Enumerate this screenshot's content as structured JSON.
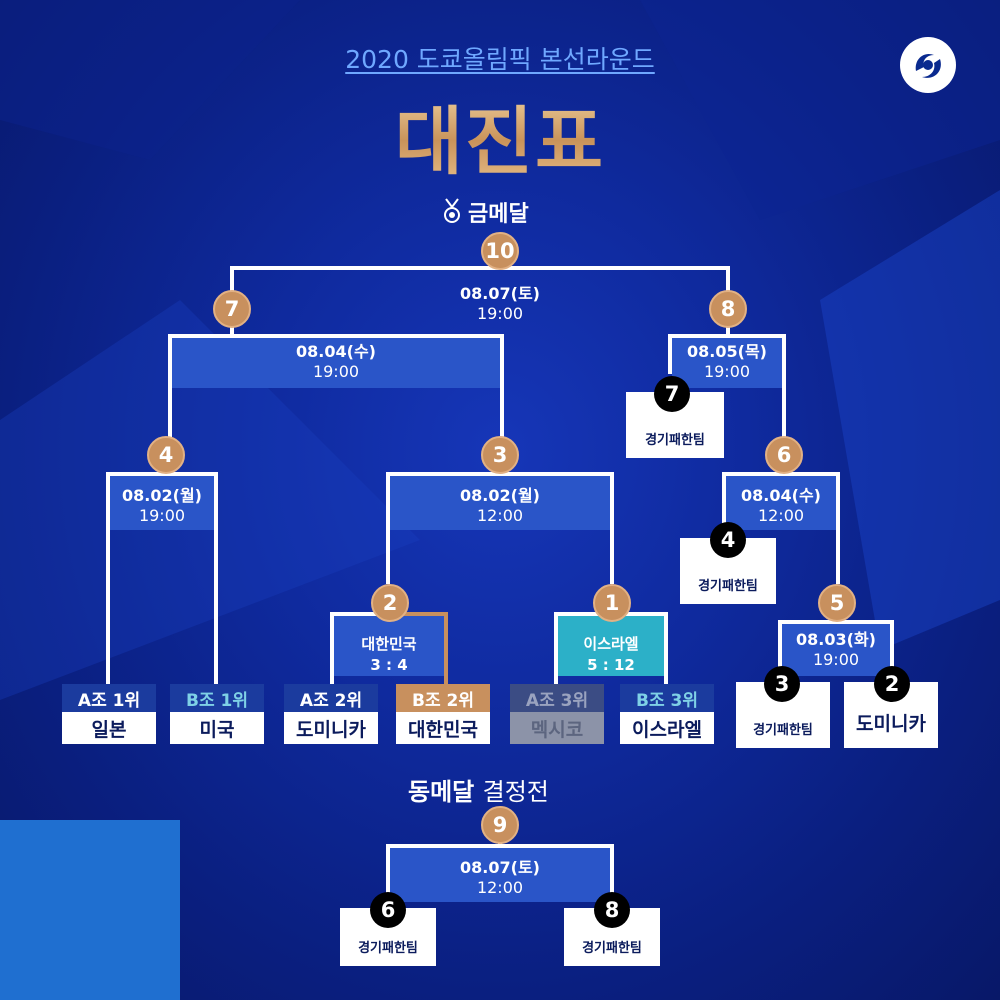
{
  "header": {
    "subtitle": "2020 도쿄올림픽 본선라운드",
    "title": "대진표"
  },
  "gold": {
    "label": "금메달",
    "game_no": "10",
    "date": "08.07(토)",
    "time": "19:00"
  },
  "bronze": {
    "label_bold": "동메달",
    "label_rest": "결정전",
    "game_no": "9",
    "date": "08.07(토)",
    "time": "12:00",
    "left": {
      "no": "6",
      "text": "경기패한팀"
    },
    "right": {
      "no": "8",
      "text": "경기패한팀"
    }
  },
  "games": {
    "g7": {
      "no": "7",
      "date": "08.04(수)",
      "time": "19:00"
    },
    "g8": {
      "no": "8",
      "date": "08.05(목)",
      "time": "19:00"
    },
    "g4": {
      "no": "4",
      "date": "08.02(월)",
      "time": "19:00"
    },
    "g3": {
      "no": "3",
      "date": "08.02(월)",
      "time": "12:00"
    },
    "g6": {
      "no": "6",
      "date": "08.04(수)",
      "time": "12:00"
    },
    "g2": {
      "no": "2",
      "score_team": "대한민국",
      "score": "3 : 4"
    },
    "g1": {
      "no": "1",
      "score_team": "이스라엘",
      "score": "5 : 12"
    },
    "g5": {
      "no": "5",
      "date": "08.03(화)",
      "time": "19:00"
    }
  },
  "losers": {
    "l7": {
      "no": "7",
      "text": "경기패한팀"
    },
    "l4": {
      "no": "4",
      "text": "경기패한팀"
    },
    "l3": {
      "no": "3",
      "text": "경기패한팀"
    }
  },
  "teams": [
    {
      "seed": "A조 1위",
      "name": "일본"
    },
    {
      "seed": "B조 1위",
      "name": "미국"
    },
    {
      "seed": "A조 2위",
      "name": "도미니카"
    },
    {
      "seed": "B조 2위",
      "name": "대한민국"
    },
    {
      "seed": "A조 3위",
      "name": "멕시코"
    },
    {
      "seed": "B조 3위",
      "name": "이스라엘"
    }
  ],
  "dominica_box": {
    "no": "2",
    "name": "도미니카"
  },
  "colors": {
    "accent_gold": "#c8905e",
    "navy": "#0a1f7d",
    "panel_blue": "#2a55c8",
    "teal": "#2cb0c8"
  }
}
